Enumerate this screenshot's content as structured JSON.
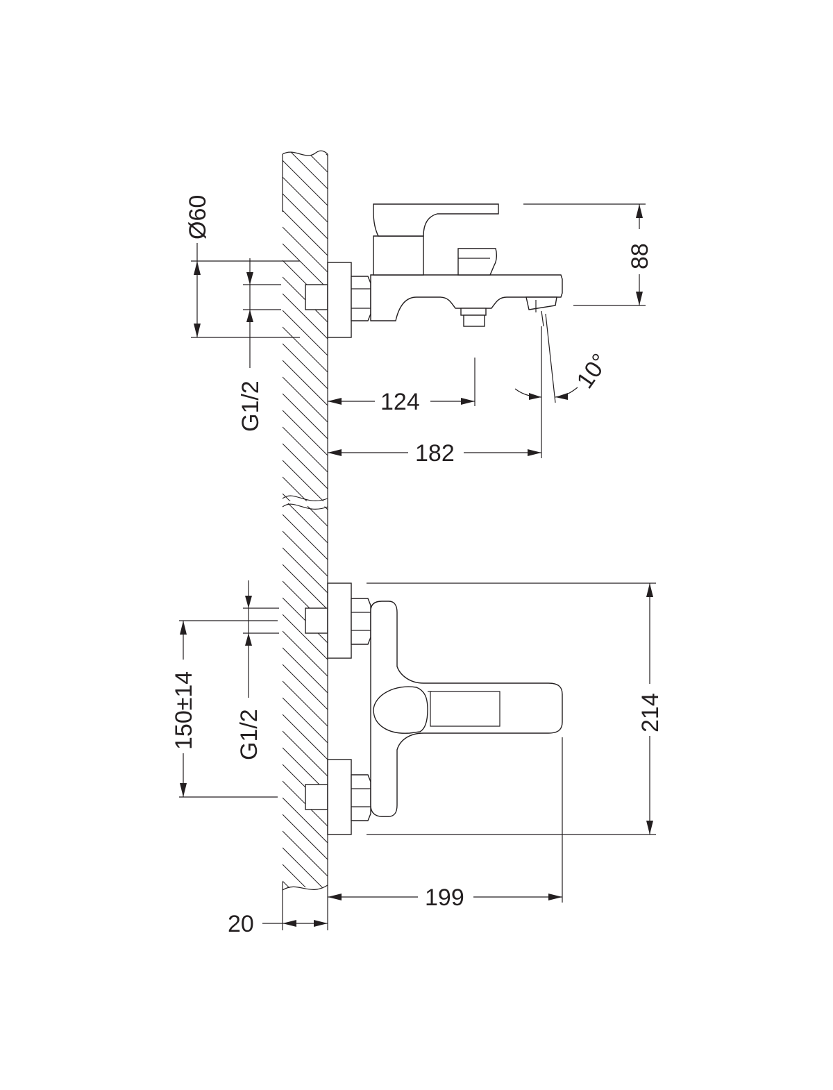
{
  "dimensions": {
    "diameter": "Ø60",
    "thread_top": "G1/2",
    "reach_124": "124",
    "reach_182": "182",
    "height_88": "88",
    "angle": "10°",
    "centers": "150±14",
    "thread_bottom": "G1/2",
    "height_214": "214",
    "depth_199": "199",
    "wall_20": "20"
  },
  "colors": {
    "line": "#231f20",
    "background": "#ffffff"
  }
}
